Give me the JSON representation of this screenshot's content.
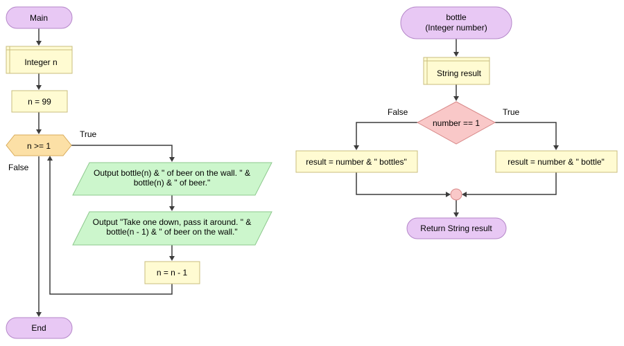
{
  "main": {
    "start": "Main",
    "declare": "Integer n",
    "assign": "n = 99",
    "loop_condition": "n >= 1",
    "true_label": "True",
    "false_label": "False",
    "output1_line1": "Output bottle(n) & \" of beer on the wall. \" &",
    "output1_line2": "bottle(n) & \" of beer.\"",
    "output2_line1": "Output \"Take one down, pass it around. \" &",
    "output2_line2": "bottle(n - 1) & \" of beer on the wall.\"",
    "decrement": "n = n - 1",
    "end": "End"
  },
  "bottle": {
    "start_line1": "bottle",
    "start_line2": "(Integer number)",
    "declare": "String result",
    "condition": "number == 1",
    "false_label": "False",
    "true_label": "True",
    "false_assign": "result = number & \" bottles\"",
    "true_assign": "result = number & \" bottle\"",
    "return": "Return String result"
  }
}
